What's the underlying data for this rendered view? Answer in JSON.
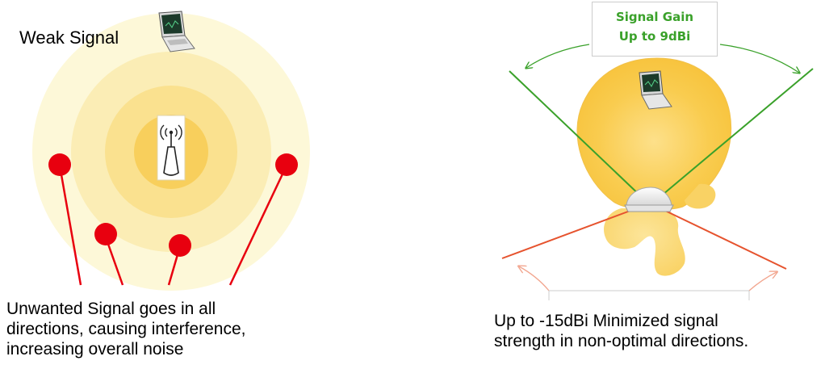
{
  "left_panel": {
    "weak_signal_label": "Weak Signal",
    "caption_lines": [
      "Unwanted Signal goes in all",
      "directions, causing interference,",
      "increasing overall noise"
    ]
  },
  "right_panel": {
    "gain_box": {
      "line1": "Signal Gain",
      "line2": "Up to 9dBi"
    },
    "caption_lines": [
      "Up to -15dBi Minimized signal",
      "strength in non-optimal directions."
    ]
  },
  "colors": {
    "ring_outer": "#fdf8d8",
    "ring_2": "#fbedb5",
    "ring_3": "#fae18f",
    "ring_inner": "#f8cf5c",
    "noise_dot": "#e8000f",
    "gain_green": "#3aa12a",
    "minimized_red": "#e6532e",
    "minimized_arc": "#f2a58e",
    "lobe_fill": "#f9cc4f"
  },
  "icons": {
    "router": "router-antenna-icon",
    "laptop": "laptop-icon",
    "dome_antenna": "dome-antenna-icon"
  }
}
